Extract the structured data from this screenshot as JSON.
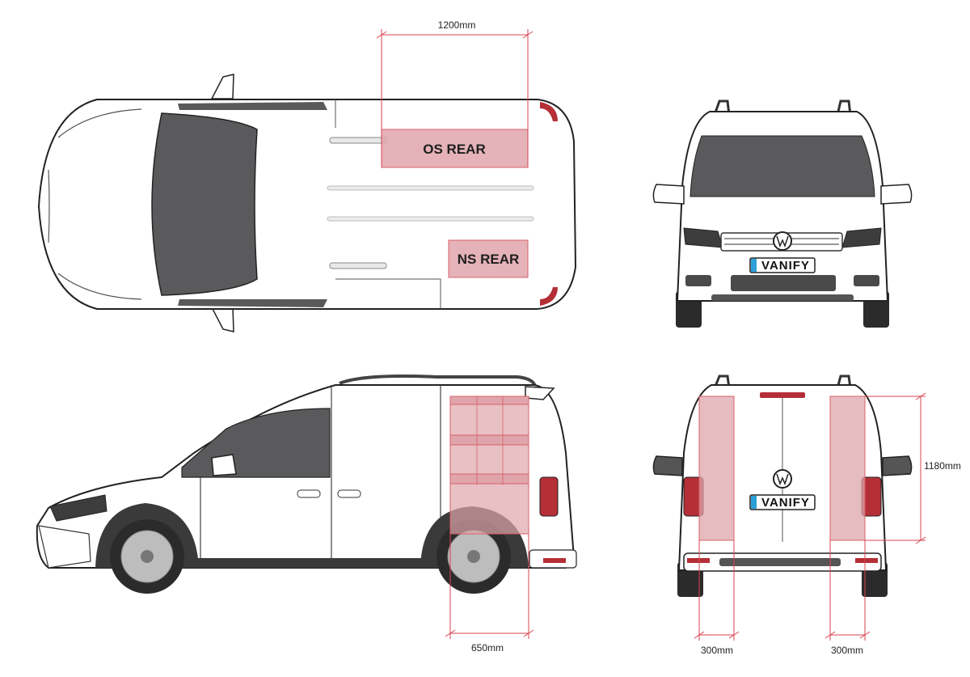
{
  "diagram": {
    "views": [
      "top",
      "front",
      "side",
      "rear"
    ],
    "plate_text": "VANIFY",
    "zones": {
      "os_rear_label": "OS REAR",
      "ns_rear_label": "NS REAR"
    },
    "dimensions": {
      "top_width": "1200mm",
      "side_depth": "650mm",
      "rear_height": "1180mm",
      "rear_left_width": "300mm",
      "rear_right_width": "300mm"
    },
    "colors": {
      "racking_fill": "#dfa5ab",
      "racking_stroke": "#d9606a",
      "dimension_line": "#d9434f",
      "glass": "#5a5a5c",
      "tyre": "#2b2b2b",
      "tail_light": "#b52f36"
    }
  }
}
